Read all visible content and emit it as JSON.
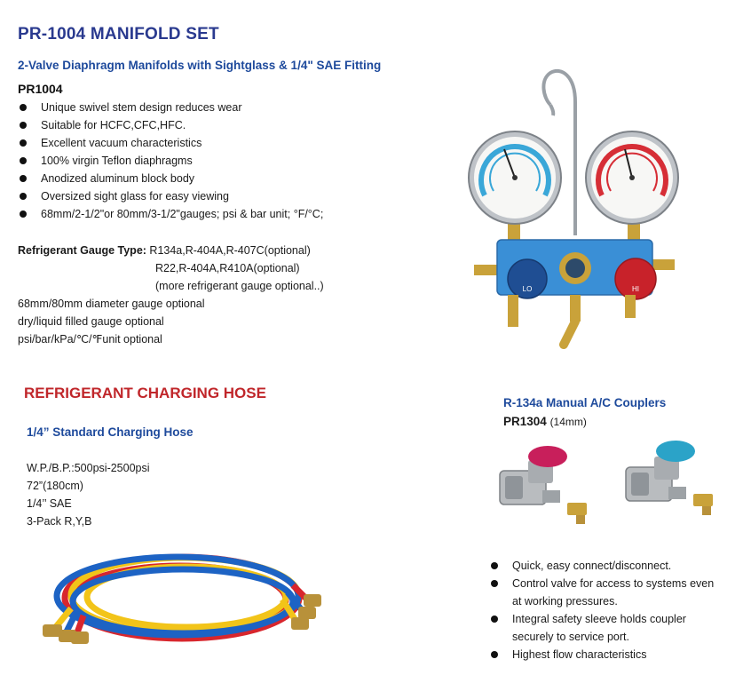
{
  "header": {
    "title": "PR-1004 MANIFOLD SET",
    "subtitle": "2-Valve Diaphragm Manifolds with Sightglass & 1/4\" SAE Fitting",
    "model": "PR1004"
  },
  "manifold": {
    "features": [
      "Unique swivel stem design reduces wear",
      "Suitable for HCFC,CFC,HFC.",
      "Excellent vacuum characteristics",
      "100% virgin Teflon diaphragms",
      "Anodized aluminum block body",
      "Oversized sight glass for easy viewing",
      "68mm/2-1/2\"or 80mm/3-1/2\"gauges; psi & bar unit; °F/°C;"
    ],
    "gauge_type_label": "Refrigerant Gauge Type:",
    "gauge_type_lines": [
      "R134a,R-404A,R-407C(optional)",
      "R22,R-404A,R410A(optional)",
      "(more refrigerant gauge optional..)"
    ],
    "options": [
      "68mm/80mm diameter gauge optional",
      "dry/liquid filled gauge optional",
      "psi/bar/kPa/℃/℉unit optional"
    ],
    "image_labels": {
      "low": "LO",
      "high": "HI"
    }
  },
  "hose": {
    "title": "REFRIGERANT CHARGING HOSE",
    "subtitle": "1/4” Standard Charging Hose",
    "specs": [
      "W.P./B.P.:500psi-2500psi",
      "72”(180cm)",
      "1/4’’ SAE",
      "3-Pack R,Y,B"
    ],
    "colors": {
      "red": "#d8262d",
      "yellow": "#f2c419",
      "blue": "#1d63c4"
    }
  },
  "couplers": {
    "title": "R-134a  Manual A/C Couplers",
    "model": "PR1304",
    "size": "(14mm)",
    "features": [
      "Quick, easy connect/disconnect.",
      "Control valve for access to systems even at working pressures.",
      "Integral safety sleeve holds coupler securely to service port.",
      "Highest flow characteristics"
    ]
  },
  "colors": {
    "heading_navy": "#2a3a8f",
    "subheading_blue": "#1e4a9c",
    "heading_red": "#c0262a"
  }
}
